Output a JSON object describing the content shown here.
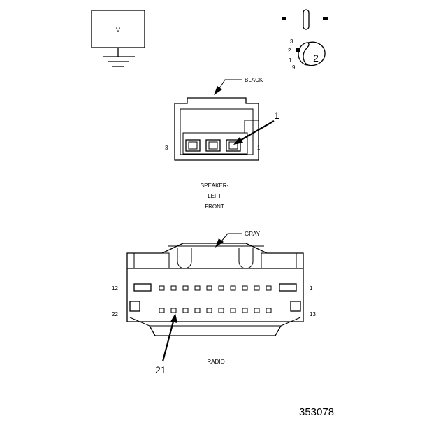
{
  "voltmeter": {
    "label": "V"
  },
  "probe_detail": {
    "pin_labels": [
      "3",
      "2",
      "1",
      "9"
    ],
    "callout": "2"
  },
  "speaker_connector": {
    "color_label": "BLACK",
    "left_cavity": "3",
    "right_cavity": "1",
    "callout": "1",
    "name_lines": [
      "SPEAKER-",
      "LEFT",
      "FRONT"
    ]
  },
  "radio_connector": {
    "color_label": "GRAY",
    "top_left_cavity": "12",
    "top_right_cavity": "1",
    "bottom_left_cavity": "22",
    "bottom_right_cavity": "13",
    "callout": "21",
    "name": "RADIO"
  },
  "figure_number": "353078"
}
